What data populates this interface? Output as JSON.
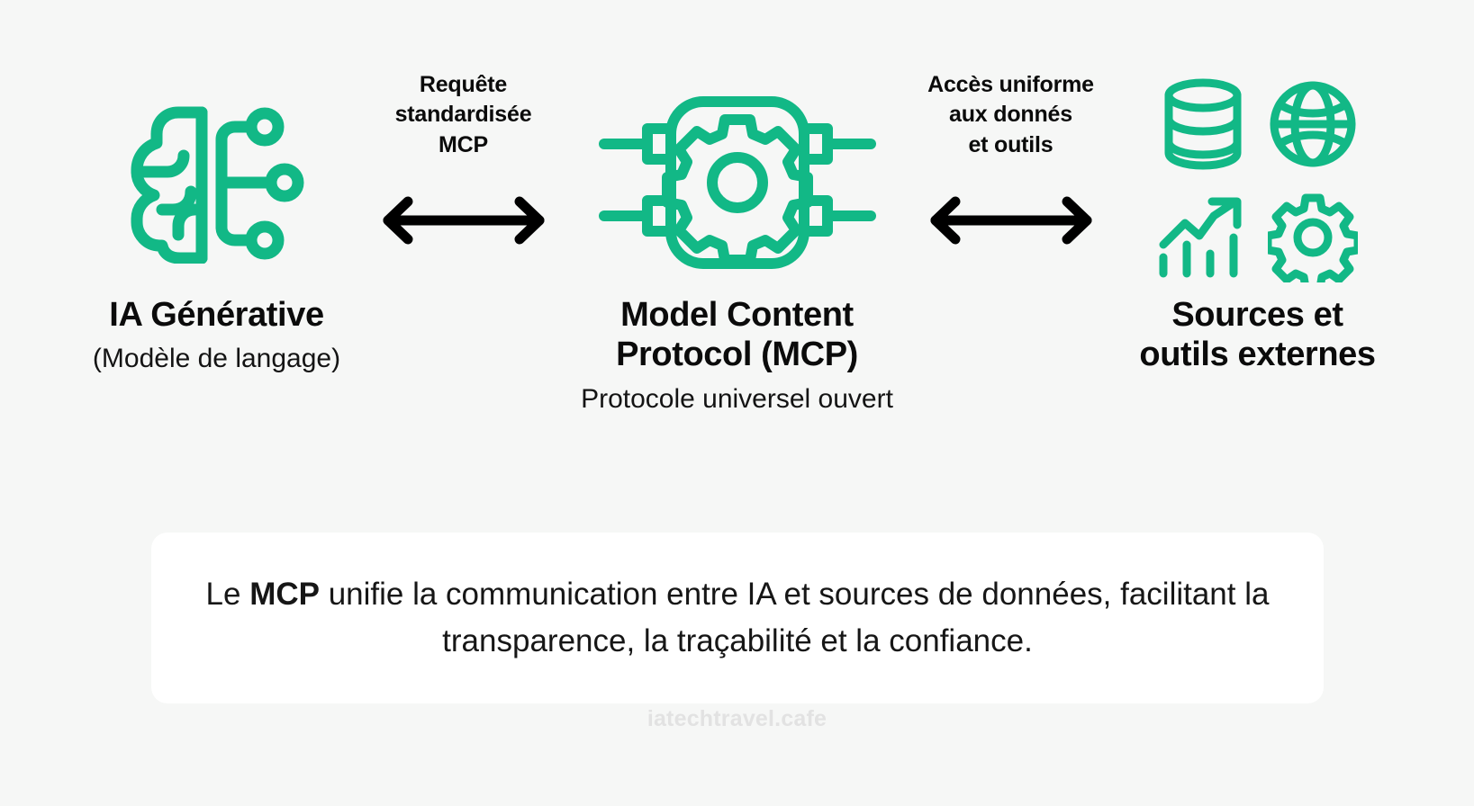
{
  "diagram": {
    "title_context": "Model Content Protocol (MCP)",
    "background_color": "#f6f7f6",
    "accent_color": "#12b886",
    "text_color": "#111111",
    "card_color": "#ffffff"
  },
  "nodes": [
    {
      "id": "generative-ai",
      "icon": "brain-circuit-icon",
      "title": "IA Générative",
      "subtitle": "(Modèle de langage)"
    },
    {
      "id": "mcp",
      "icon": "chip-gear-icon",
      "title_line1": "Model Content",
      "title_line2": "Protocol (MCP)",
      "subtitle": "Protocole universel ouvert"
    },
    {
      "id": "external-sources",
      "icons": [
        "database-icon",
        "globe-icon",
        "growth-chart-icon",
        "gear-icon"
      ],
      "title_line1": "Sources et",
      "title_line2": "outils externes"
    }
  ],
  "connectors": [
    {
      "id": "left-connector",
      "label_line1": "Requête",
      "label_line2": "standardisée",
      "label_line3": "MCP",
      "arrow": "double-headed-arrow-icon",
      "direction": "bidirectional"
    },
    {
      "id": "right-connector",
      "label_line1": "Accès uniforme",
      "label_line2": "aux donnés",
      "label_line3": "et outils",
      "arrow": "double-headed-arrow-icon",
      "direction": "bidirectional"
    }
  ],
  "callout": {
    "text_part1": "Le ",
    "text_bold": "MCP",
    "text_part2": " unifie la communication entre IA et sources de données, facilitant la transparence, la traçabilité et la confiance."
  },
  "footer": {
    "watermark": "iatechtravel.cafe"
  }
}
